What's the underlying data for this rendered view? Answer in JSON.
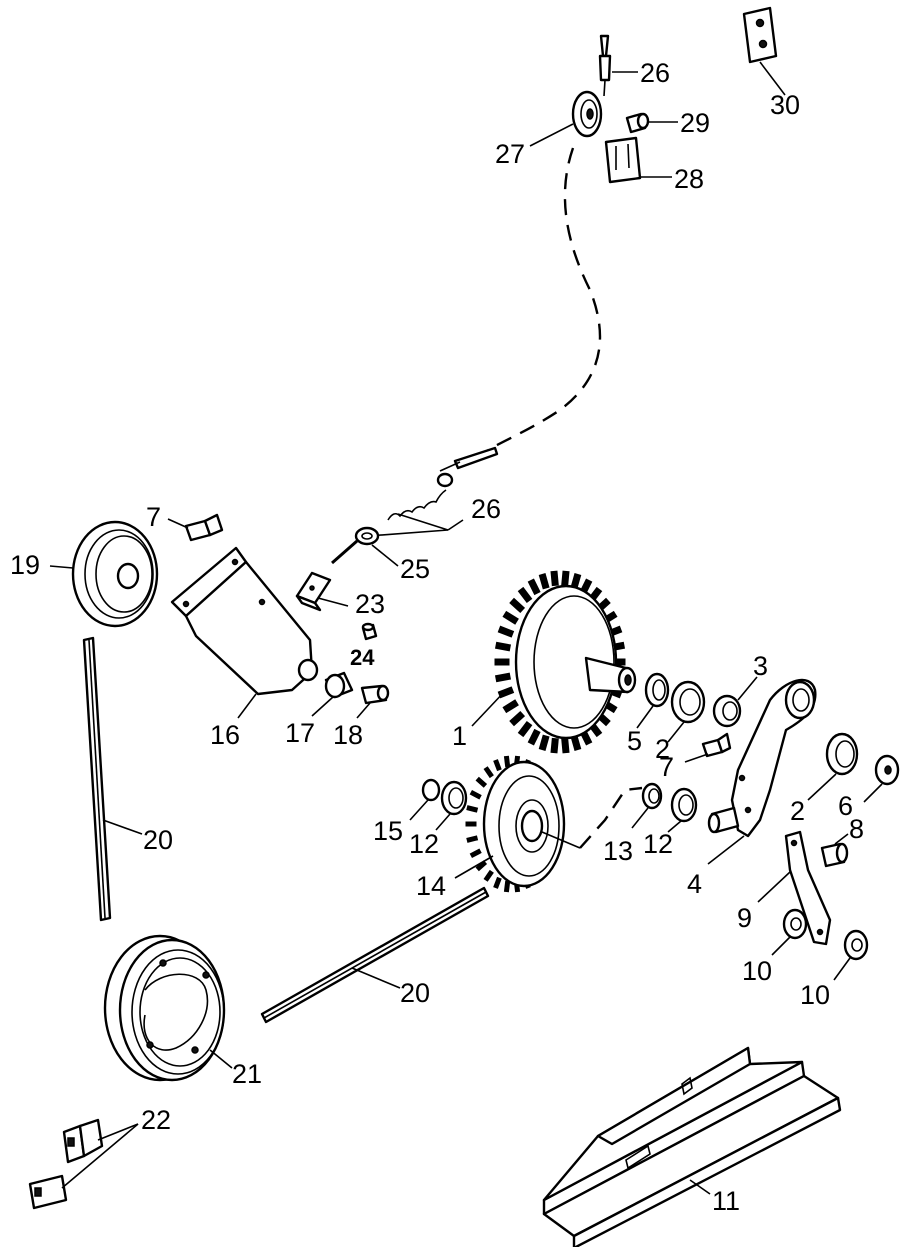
{
  "labels": {
    "p1": "1",
    "p2a": "2",
    "p2b": "2",
    "p3": "3",
    "p4": "4",
    "p5": "5",
    "p6": "6",
    "p7a": "7",
    "p7b": "7",
    "p8": "8",
    "p9": "9",
    "p10a": "10",
    "p10b": "10",
    "p11": "11",
    "p12a": "12",
    "p12b": "12",
    "p13": "13",
    "p14": "14",
    "p15": "15",
    "p16": "16",
    "p17": "17",
    "p18": "18",
    "p19": "19",
    "p20a": "20",
    "p20b": "20",
    "p21": "21",
    "p22": "22",
    "p23": "23",
    "p24": "24",
    "p25": "25",
    "p26a": "26",
    "p26b": "26",
    "p27": "27",
    "p28": "28",
    "p29": "29",
    "p30": "30"
  }
}
